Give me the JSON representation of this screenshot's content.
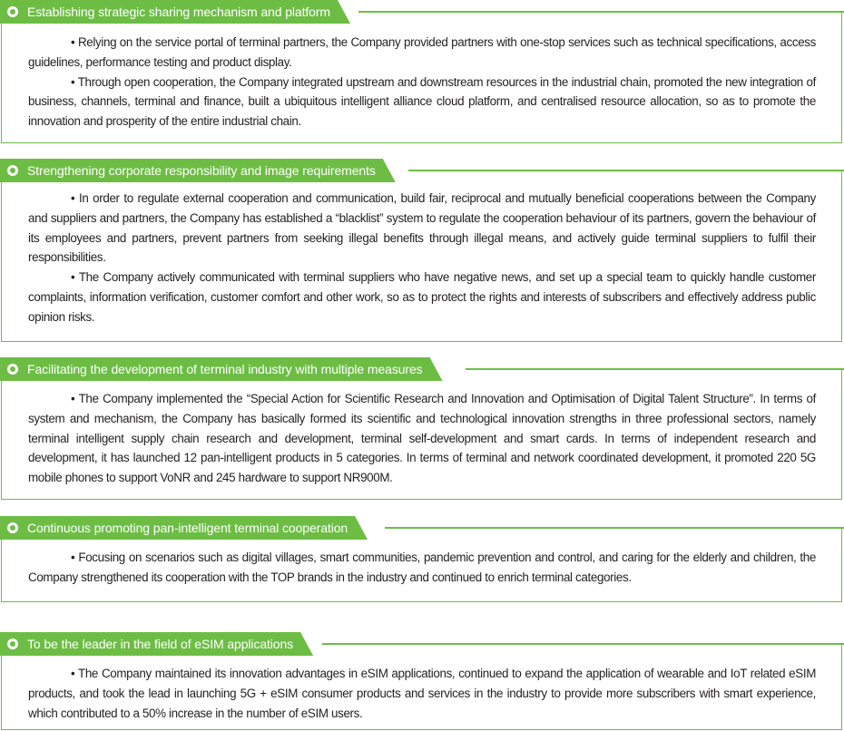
{
  "sections": [
    {
      "title": "Establishing strategic sharing mechanism and platform",
      "paragraphs": [
        "• Relying on the service portal of terminal partners, the Company provided partners with one-stop services such as technical specifications, access guidelines, performance testing and product display.",
        "• Through open cooperation, the Company integrated upstream and downstream resources in the industrial chain, promoted the new integration of business, channels, terminal and finance, built a ubiquitous intelligent alliance cloud platform, and centralised resource allocation, so as to promote the innovation and prosperity of the entire industrial chain."
      ]
    },
    {
      "title": "Strengthening corporate responsibility and image requirements",
      "paragraphs": [
        "• In order to regulate external cooperation and communication, build fair, reciprocal and mutually beneficial cooperations between the Company and suppliers and partners, the Company has established a “blacklist” system to regulate the cooperation behaviour of its partners, govern the behaviour of its employees and partners, prevent partners from seeking illegal benefits through illegal means, and actively guide terminal suppliers to fulfil their responsibilities.",
        "• The Company actively communicated with terminal suppliers who have negative news, and set up a special team to quickly handle customer complaints, information verification, customer comfort and other work, so as to protect the rights and interests of subscribers and effectively address public opinion risks."
      ]
    },
    {
      "title": "Facilitating the development of terminal industry with multiple measures",
      "paragraphs": [
        "• The Company implemented the “Special Action for Scientific Research and Innovation and Optimisation of Digital Talent Structure”. In terms of system and mechanism, the Company has basically formed its scientific and technological innovation strengths in three professional sectors, namely terminal intelligent supply chain research and development, terminal self-development and smart cards. In terms of independent research and development, it has launched 12 pan-intelligent products in 5 categories. In terms of terminal and network coordinated development, it promoted 220 5G mobile phones to support VoNR and 245 hardware to support NR900M."
      ]
    },
    {
      "title": "Continuous promoting pan-intelligent terminal cooperation",
      "paragraphs": [
        "• Focusing on scenarios such as digital villages, smart communities, pandemic prevention and control, and caring for the elderly and children, the Company strengthened its cooperation with the TOP brands in the industry and continued to enrich terminal categories."
      ]
    },
    {
      "title": "To be the leader in the field of eSIM applications",
      "paragraphs": [
        "• The Company maintained its innovation advantages in eSIM applications, continued to expand the application of wearable and IoT related eSIM products, and took the lead in launching 5G + eSIM consumer products and services in the industry to provide more subscribers with smart experience, which contributed to a 50% increase in the number of eSIM users."
      ]
    }
  ],
  "colors": {
    "accent": "#6dbd45",
    "text": "#231f20"
  },
  "icons": {
    "section_bullet": "target-circle-icon"
  }
}
